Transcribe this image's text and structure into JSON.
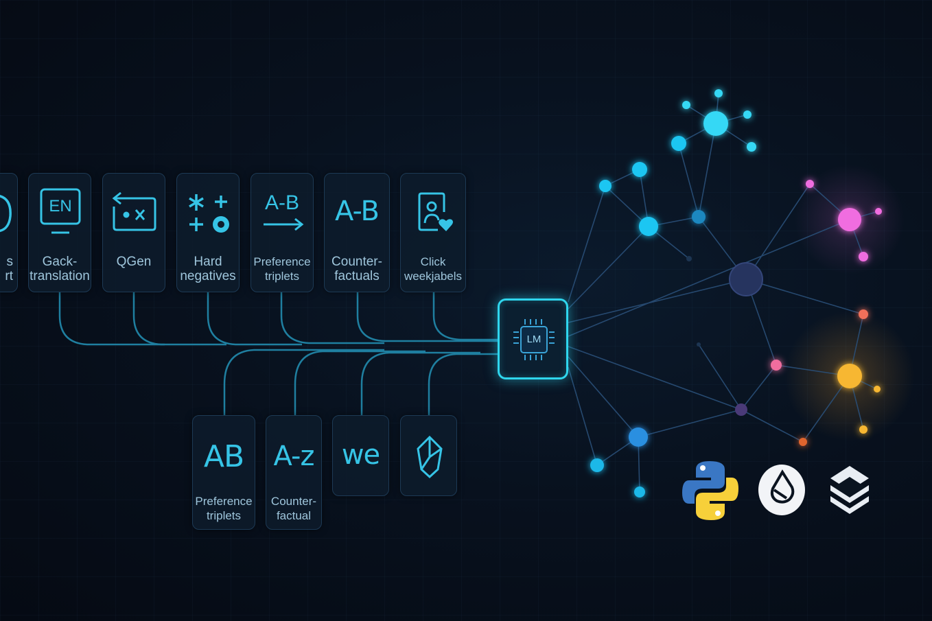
{
  "top_cards": [
    {
      "id": "partial",
      "label": "s\nrt"
    },
    {
      "id": "back-translation",
      "icon_text": "EN",
      "label": "Gack-\ntranslation"
    },
    {
      "id": "qgen",
      "label": "QGen"
    },
    {
      "id": "hard-negatives",
      "label": "Hard\nnegatives"
    },
    {
      "id": "preference-triplets",
      "icon_text": "A-B",
      "label": "Preference\ntriplets"
    },
    {
      "id": "counterfactuals",
      "icon_text": "A-B",
      "label": "Counter-\nfactuals"
    },
    {
      "id": "click-labels",
      "label": "Click\nweekjabels"
    }
  ],
  "bottom_cards": [
    {
      "id": "preference-triplets-2",
      "icon_text": "AB",
      "label": "Preference\ntriplets"
    },
    {
      "id": "counterfactual",
      "icon_text": "A-z",
      "label": "Counter-\nfactual"
    },
    {
      "id": "we",
      "icon_text": "we",
      "label": ""
    },
    {
      "id": "cube",
      "label": ""
    }
  ],
  "hub": {
    "label": "LM"
  },
  "logos": [
    "python-logo",
    "drop-logo",
    "chevrons-logo"
  ],
  "colors": {
    "accent": "#2fd6ee",
    "cyan_node": "#35d8f5",
    "blue_node": "#2a8fe0",
    "pink_node": "#f06de0",
    "orange_node": "#f7b731",
    "coral_node": "#f0705a",
    "navy_node": "#2b3a6b"
  }
}
